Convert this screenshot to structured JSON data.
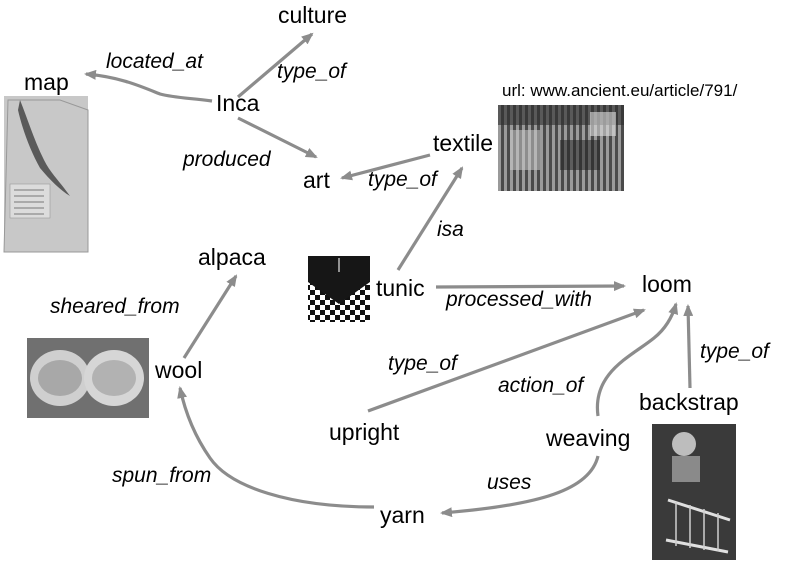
{
  "nodes": {
    "culture": "culture",
    "map": "map",
    "inca": "Inca",
    "art": "art",
    "textile": "textile",
    "alpaca": "alpaca",
    "tunic": "tunic",
    "loom": "loom",
    "wool": "wool",
    "upright": "upright",
    "weaving": "weaving",
    "backstrap": "backstrap",
    "yarn": "yarn"
  },
  "edges": {
    "located_at": "located_at",
    "type_of_culture": "type_of",
    "produced": "produced",
    "type_of_textile": "type_of",
    "isa": "isa",
    "processed_with": "processed_with",
    "sheared_from": "sheared_from",
    "type_of_upright": "type_of",
    "action_of": "action_of",
    "type_of_backstrap": "type_of",
    "spun_from": "spun_from",
    "uses": "uses"
  },
  "textile_url": "url: www.ancient.eu/article/791/",
  "images": {
    "map": "map-photo",
    "textiles": "textile-market-photo",
    "tunic": "checkered-tunic-photo",
    "wool": "wool-baskets-photo",
    "backstrap": "backstrap-loom-photo"
  },
  "colors": {
    "edge": "#8c8c8c",
    "text": "#000000"
  }
}
